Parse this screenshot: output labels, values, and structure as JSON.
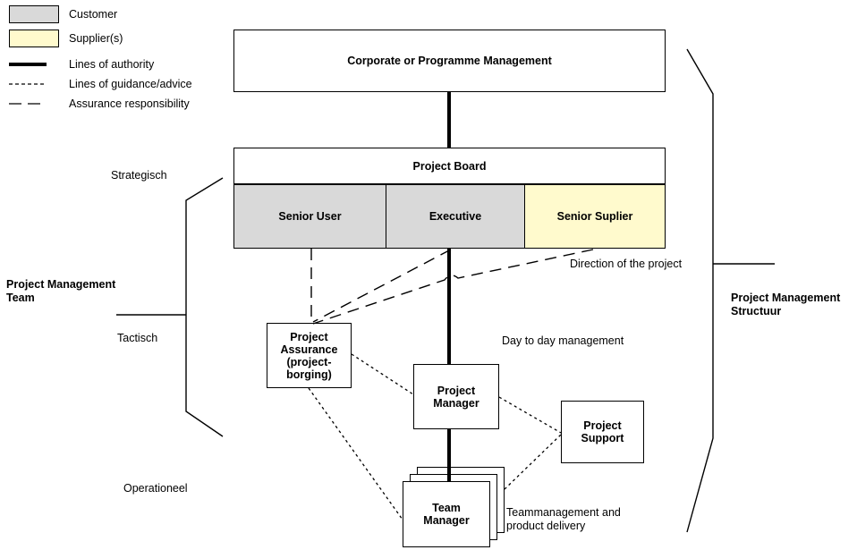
{
  "legend": {
    "items": [
      {
        "name": "customer",
        "label": "Customer",
        "type": "swatch",
        "color": "#d9d9d9"
      },
      {
        "name": "suppliers",
        "label": "Supplier(s)",
        "type": "swatch",
        "color": "#fffacd"
      },
      {
        "name": "authority",
        "label": "Lines of authority",
        "type": "line",
        "style": "solid-thick"
      },
      {
        "name": "guidance",
        "label": "Lines of guidance/advice",
        "type": "line",
        "style": "dotted"
      },
      {
        "name": "assurance",
        "label": "Assurance responsibility",
        "type": "line",
        "style": "dashed"
      }
    ]
  },
  "levels": {
    "strategic": "Strategisch",
    "tactical": "Tactisch",
    "operational": "Operationeel"
  },
  "braces": {
    "left_label": "Project Management\nTeam",
    "right_label": "Project Management\nStructuur"
  },
  "nodes": {
    "corporate": "Corporate or Programme Management",
    "project_board": "Project Board",
    "senior_user": "Senior User",
    "executive": "Executive",
    "senior_supplier": "Senior Suplier",
    "project_assurance": "Project\nAssurance\n(project-\nborging)",
    "project_manager": "Project\nManager",
    "project_support": "Project\nSupport",
    "team_manager": "Team\nManager"
  },
  "annotations": {
    "direction": "Direction of the project",
    "day_to_day": "Day to day management",
    "team_delivery": "Teammanagement and\nproduct delivery"
  },
  "colors": {
    "customer_grey": "#d9d9d9",
    "supplier_yellow": "#fffacd",
    "stroke": "#000000",
    "background": "#ffffff"
  }
}
